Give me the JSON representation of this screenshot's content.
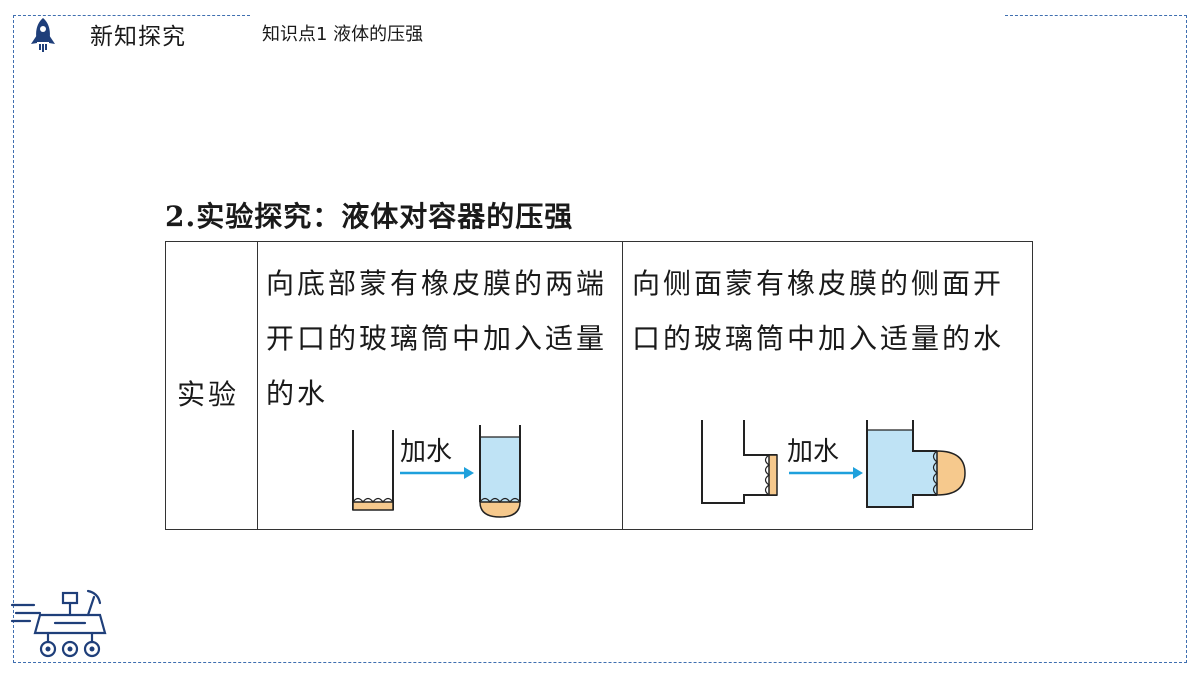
{
  "header": {
    "section_title": "新知探究",
    "knowledge_point": "知识点1  液体的压强"
  },
  "main": {
    "heading": "2.实验探究：液体对容器的压强",
    "table": {
      "row_label": "实验",
      "cells": [
        {
          "text": "向底部蒙有橡皮膜的两端开口的玻璃筒中加入适量的水",
          "arrow_label": "加水"
        },
        {
          "text": "向侧面蒙有橡皮膜的侧面开口的玻璃筒中加入适量的水",
          "arrow_label": "加水"
        }
      ]
    }
  },
  "colors": {
    "frame": "#3f6fb0",
    "water": "#bfe3f5",
    "membrane": "#f6c98d",
    "arrow": "#1ea0dc",
    "icon": "#1f3f7a"
  },
  "icons": [
    "rocket-icon",
    "rover-icon"
  ]
}
